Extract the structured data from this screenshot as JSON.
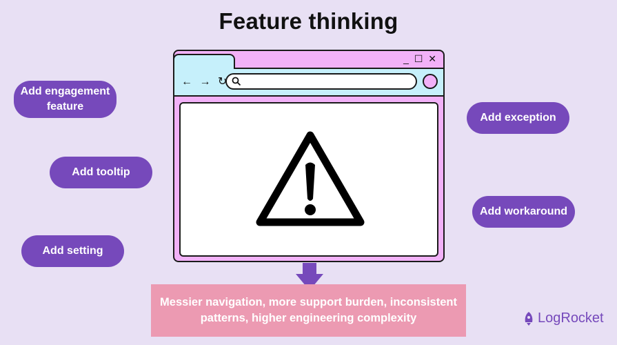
{
  "title": "Feature thinking",
  "browser": {
    "window_controls": "_ ☐ ✕",
    "nav_icons": "← → ↻",
    "search_icon": "⚲",
    "content_icon": "warning-triangle"
  },
  "left_items": [
    {
      "label": "Add engagement feature"
    },
    {
      "label": "Add tooltip"
    },
    {
      "label": "Add setting"
    }
  ],
  "right_items": [
    {
      "label": "Add exception"
    },
    {
      "label": "Add workaround"
    }
  ],
  "result_text": "Messier navigation, more support burden, inconsistent patterns, higher engineering complexity",
  "logo": {
    "text": "LogRocket"
  },
  "colors": {
    "background": "#e8e0f4",
    "pill": "#7649bb",
    "browser_frame": "#f2b1f8",
    "toolbar": "#c6f0fb",
    "result_box": "#ec9ab2"
  }
}
